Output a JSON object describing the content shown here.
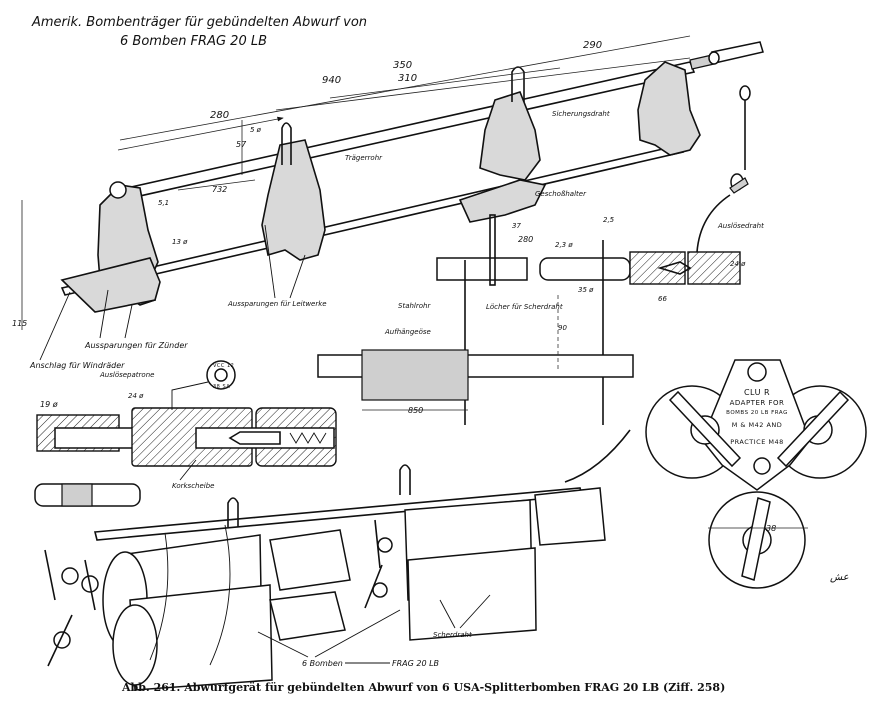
{
  "figure": {
    "title_line1": "Amerik. Bombenträger für gebündelten Abwurf von",
    "title_line2": "6 Bomben FRAG 20 LB",
    "caption": "Abb. 261.  Abwurfgerät für gebündelten Abwurf von 6 USA-Splitterbomben FRAG 20 LB (Ziff. 258)",
    "signature": "ﻋﺶ"
  },
  "top_view": {
    "dimensions": {
      "d350": "350",
      "d290": "290",
      "d940": "940",
      "d310": "310",
      "d280": "280",
      "d57": "57",
      "d5": "5 ø",
      "d732": "732",
      "d5b": "5,1",
      "d13": "13 ø",
      "d115": "115"
    },
    "labels": {
      "traegerrohr": "Trägerrohr",
      "sicherungsdraht": "Sicherungsdraht",
      "geschosshalter": "Geschoßhalter",
      "aussparungen_leitwerk": "Aussparungen für Leitwerke",
      "aussparungen_zuender": "Aussparungen für Zünder",
      "anschlag_windraeder": "Anschlag für Windräder"
    }
  },
  "detail_section": {
    "dimensions": {
      "d37": "37",
      "d280": "280",
      "d2_5": "2,5",
      "d2_3": "2,3 ø",
      "d35": "35 ø",
      "d24": "24 ø",
      "d66": "66",
      "d90": "90",
      "d850": "850"
    },
    "labels": {
      "stahlrohr": "Stahlrohr",
      "aufhaengoese": "Aufhängeöse",
      "loecher_scherdraht": "Löcher für Scherdraht",
      "ausloesedraht": "Auslösedraht"
    }
  },
  "release_mechanism": {
    "dimensions": {
      "d19": "19 ø",
      "d24": "24 ø"
    },
    "labels": {
      "ausloesepatrone": "Auslösepatrone",
      "korkscheibe": "Korkscheibe",
      "stamp_top": "VCC 12",
      "stamp_bottom": "38 SA"
    }
  },
  "adapter_plate": {
    "stencil": [
      "CLU R",
      "ADAPTER FOR",
      "BOMBS 20 LB FRAG",
      "M & M42 AND",
      "PRACTICE M48"
    ],
    "dimension": "38"
  },
  "assembly_view": {
    "labels": {
      "scherdraht": "Scherdraht",
      "bomben_count": "6 Bomben",
      "bomben_type": "FRAG 20 LB"
    }
  }
}
